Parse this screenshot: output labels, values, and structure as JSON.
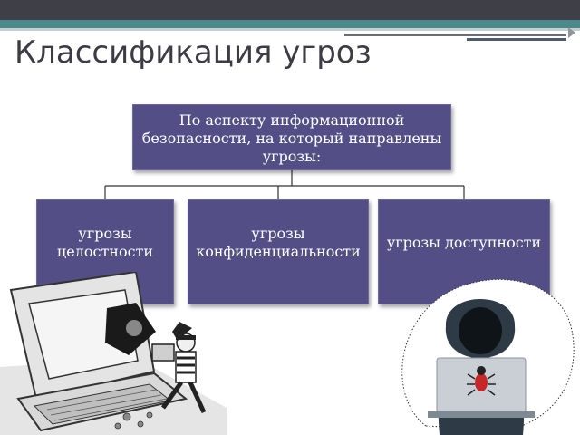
{
  "slide": {
    "title": "Классификация угроз"
  },
  "diagram": {
    "root": {
      "text": "По аспекту информационной безопасности, на который направлены угрозы:"
    },
    "children": [
      {
        "text": "угрозы целостности"
      },
      {
        "text": "угрозы конфиденциальности"
      },
      {
        "text": "угрозы доступности"
      }
    ]
  },
  "illustrations": {
    "left": "computer-thief-illustration",
    "right": "hacker-laptop-bug-illustration"
  },
  "colors": {
    "node_fill": "#534f86",
    "node_text": "#ffffff",
    "connector": "#333333",
    "title_text": "#3c3c44",
    "teal_accent": "#4b8a8c",
    "dark_bar": "#3f3f47"
  }
}
